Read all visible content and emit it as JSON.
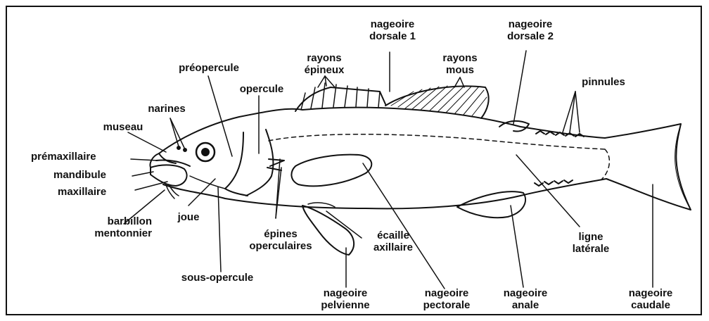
{
  "labels": {
    "nageoire_dorsale_1": "nageoire\ndorsale 1",
    "nageoire_dorsale_2": "nageoire\ndorsale 2",
    "rayons_epineux": "rayons\népineux",
    "rayons_mous": "rayons\nmous",
    "preopercule": "préopercule",
    "opercule": "opercule",
    "narines": "narines",
    "museau": "museau",
    "premaxillaire": "prémaxillaire",
    "mandibule": "mandibule",
    "maxillaire": "maxillaire",
    "barbillon_mentonnier": "barbillon\nmentonnier",
    "joue": "joue",
    "epines_operculaires": "épines\noperculaires",
    "sous_opercule": "sous-opercule",
    "ecaille_axillaire": "écaille\naxillaire",
    "nageoire_pelvienne": "nageoire\npelvienne",
    "nageoire_pectorale": "nageoire\npectorale",
    "nageoire_anale": "nageoire\nanale",
    "ligne_laterale": "ligne\nlatérale",
    "nageoire_caudale": "nageoire\ncaudale",
    "pinnules": "pinnules"
  }
}
